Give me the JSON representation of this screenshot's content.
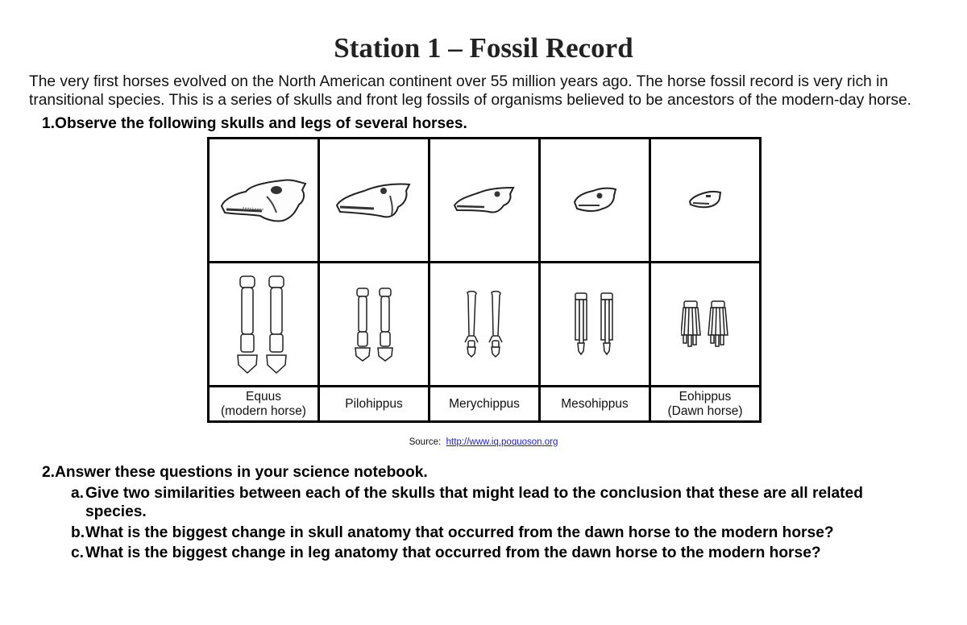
{
  "title": "Station 1 – Fossil Record",
  "intro": {
    "line1": "The very first horses evolved on the North American continent over 55 million years ago. The horse fossil record is very rich in",
    "line2": "transitional species. This is a series of skulls and front leg fossils of organisms believed to be ancestors of the modern-day horse."
  },
  "question1": {
    "number": "1.",
    "text": "Observe the following skulls and legs of several horses."
  },
  "table": {
    "species": [
      {
        "name": "Equus",
        "note": "(modern horse)",
        "skull_icon": "skull-equus-icon",
        "leg_icon": "leg-equus-icon"
      },
      {
        "name": "Pilohippus",
        "note": "",
        "skull_icon": "skull-pilohippus-icon",
        "leg_icon": "leg-pilohippus-icon"
      },
      {
        "name": "Merychippus",
        "note": "",
        "skull_icon": "skull-merychippus-icon",
        "leg_icon": "leg-merychippus-icon"
      },
      {
        "name": "Mesohippus",
        "note": "",
        "skull_icon": "skull-mesohippus-icon",
        "leg_icon": "leg-mesohippus-icon"
      },
      {
        "name": "Eohippus",
        "note": "(Dawn horse)",
        "skull_icon": "skull-eohippus-icon",
        "leg_icon": "leg-eohippus-icon"
      }
    ]
  },
  "source": {
    "label": "Source:",
    "link_text": "http://www.iq.poquoson.org",
    "link_color": "#1a1ae6"
  },
  "question2": {
    "number": "2.",
    "text": "Answer these questions in your science notebook.",
    "items": [
      {
        "label": "a.",
        "line1": "Give two similarities between each of the skulls that might lead to the conclusion that these are all related",
        "line2": "species."
      },
      {
        "label": "b.",
        "line1": "What is the biggest change in skull anatomy that occurred from the dawn horse to the modern horse?"
      },
      {
        "label": "c.",
        "line1": "What is the biggest change in leg anatomy that occurred from the dawn horse to the modern horse?"
      }
    ]
  }
}
